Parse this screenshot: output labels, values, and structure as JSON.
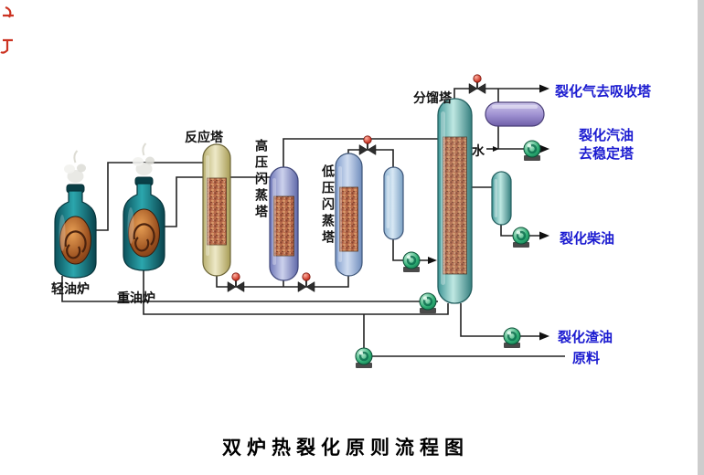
{
  "diagram": {
    "title": "双炉热裂化原则流程图",
    "equipment": {
      "light_furnace": "轻油炉",
      "heavy_furnace": "重油炉",
      "reaction_tower": "反应塔",
      "hp_flash_tower": "高压闪蒸塔",
      "lp_flash_tower": "低压闪蒸塔",
      "fractionator": "分馏塔"
    },
    "streams": {
      "water": "水",
      "cracked_gas": "裂化气去吸收塔",
      "cracked_gasoline_line1": "裂化汽油",
      "cracked_gasoline_line2": "去稳定塔",
      "cracked_diesel": "裂化柴油",
      "cracked_residue": "裂化渣油",
      "feedstock": "原料"
    },
    "colors": {
      "stream_label": "#1b1bd0",
      "equipment_label": "#111111",
      "pipe": "#222222",
      "pump_green": "#2fae74",
      "valve_red": "#d04030"
    }
  }
}
